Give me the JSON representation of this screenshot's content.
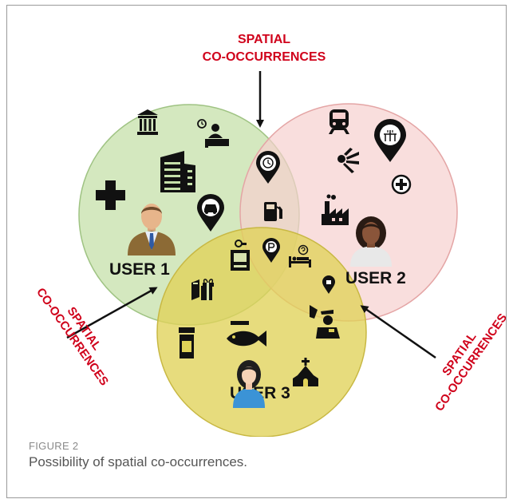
{
  "labels": {
    "top": [
      "SPATIAL",
      "CO-OCCURRENCES"
    ],
    "left": [
      "SPATIAL",
      "CO-OCCURRENCES"
    ],
    "right": [
      "SPATIAL",
      "CO-OCCURRENCES"
    ]
  },
  "users": {
    "user1": "USER 1",
    "user2": "USER 2",
    "user3": "USER 3"
  },
  "colors": {
    "label_red": "#d0021b",
    "circle_green": "#cfe5b7",
    "circle_pink": "#f7d5d4",
    "circle_yellow": "#e6d96b",
    "icon": "#111111"
  },
  "icons": {
    "user1": [
      "bank-icon",
      "receptionist-icon",
      "office-building-icon",
      "hospital-cross-icon",
      "car-location-pin-icon",
      "businessman-avatar-icon"
    ],
    "user2": [
      "train-icon",
      "restaurant-location-pin-icon",
      "wind-icon",
      "medical-plus-icon",
      "factory-icon",
      "woman-avatar-icon"
    ],
    "user3": [
      "pill-bottle-icon",
      "fish-icon",
      "police-officer-icon",
      "church-icon",
      "woman-avatar-icon"
    ],
    "shared": [
      "time-location-pin-icon",
      "gas-station-icon",
      "parking-pin-icon",
      "hotel-bed-icon",
      "atm-machine-icon",
      "bookstore-gift-icon",
      "location-pin-icon"
    ]
  },
  "caption": {
    "figure": "FIGURE 2",
    "text": "Possibility of spatial co-occurrences."
  }
}
